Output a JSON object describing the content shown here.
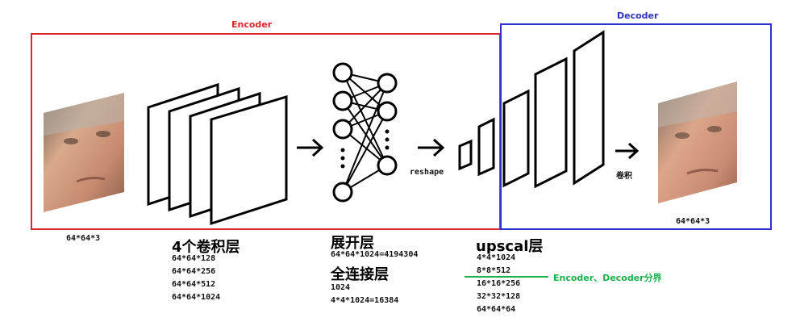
{
  "encoder": {
    "title": "Encoder",
    "color": "#e0262f"
  },
  "decoder": {
    "title": "Decoder",
    "color": "#3030c8"
  },
  "input_image": {
    "label": "64*64*3"
  },
  "output_image": {
    "label": "64*64*3"
  },
  "conv": {
    "title": "4个卷积层",
    "shapes": [
      "64*64*128",
      "64*64*256",
      "64*64*512",
      "64*64*1024"
    ]
  },
  "flatten": {
    "title": "展开层",
    "shape": "64*64*1024=4194304"
  },
  "fc": {
    "title": "全连接层",
    "shapes": [
      "1024",
      "4*4*1024=16384"
    ]
  },
  "reshape_label": "reshape",
  "upscale": {
    "title": "upscal层",
    "shapes": [
      "4*4*1024",
      "8*8*512",
      "16*16*256",
      "32*32*128",
      "64*64*64"
    ]
  },
  "final_conv_label": "卷积",
  "split": {
    "label": "Encoder、Decoder分界",
    "color": "#19b04b"
  }
}
